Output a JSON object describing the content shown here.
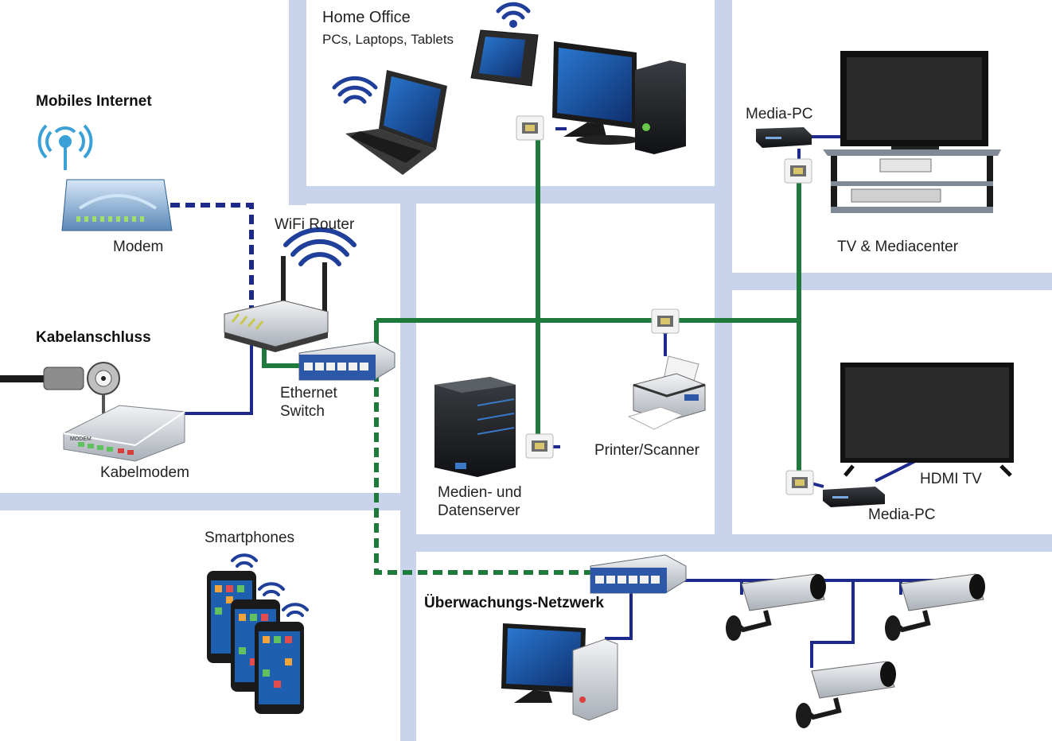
{
  "labels": {
    "home_office_title": "Home Office",
    "home_office_sub": "PCs, Laptops, Tablets",
    "mobile_internet": "Mobiles Internet",
    "modem": "Modem",
    "wifi_router": "WiFi Router",
    "cable_connection": "Kabelanschluss",
    "ethernet_switch_1": "Ethernet",
    "ethernet_switch_2": "Switch",
    "cable_modem": "Kabelmodem",
    "modem_badge": "MODEM",
    "media_pc_top": "Media-PC",
    "tv_mediacenter": "TV & Mediacenter",
    "server_1": "Medien- und",
    "server_2": "Datenserver",
    "printer_scanner": "Printer/Scanner",
    "hdmi_tv": "HDMI TV",
    "media_pc_bottom": "Media-PC",
    "smartphones": "Smartphones",
    "surveillance": "Überwachungs-Netzwerk"
  },
  "colors": {
    "room_wall": "#c9d3ec",
    "lan_green": "#1e7a3a",
    "link_blue": "#1d2a8c",
    "wifi_blue": "#1f3f9a",
    "device_gray": "#c8ccd2",
    "screen_blue": "#1f5fb0"
  },
  "icons": [
    "wifi-icon",
    "antenna-icon",
    "ethernet-port-icon",
    "camera-icon",
    "smartphone-icon",
    "monitor-icon",
    "laptop-icon",
    "tablet-icon",
    "server-icon",
    "printer-icon",
    "tv-icon",
    "router-icon",
    "switch-icon",
    "modem-icon",
    "coax-connector-icon"
  ]
}
